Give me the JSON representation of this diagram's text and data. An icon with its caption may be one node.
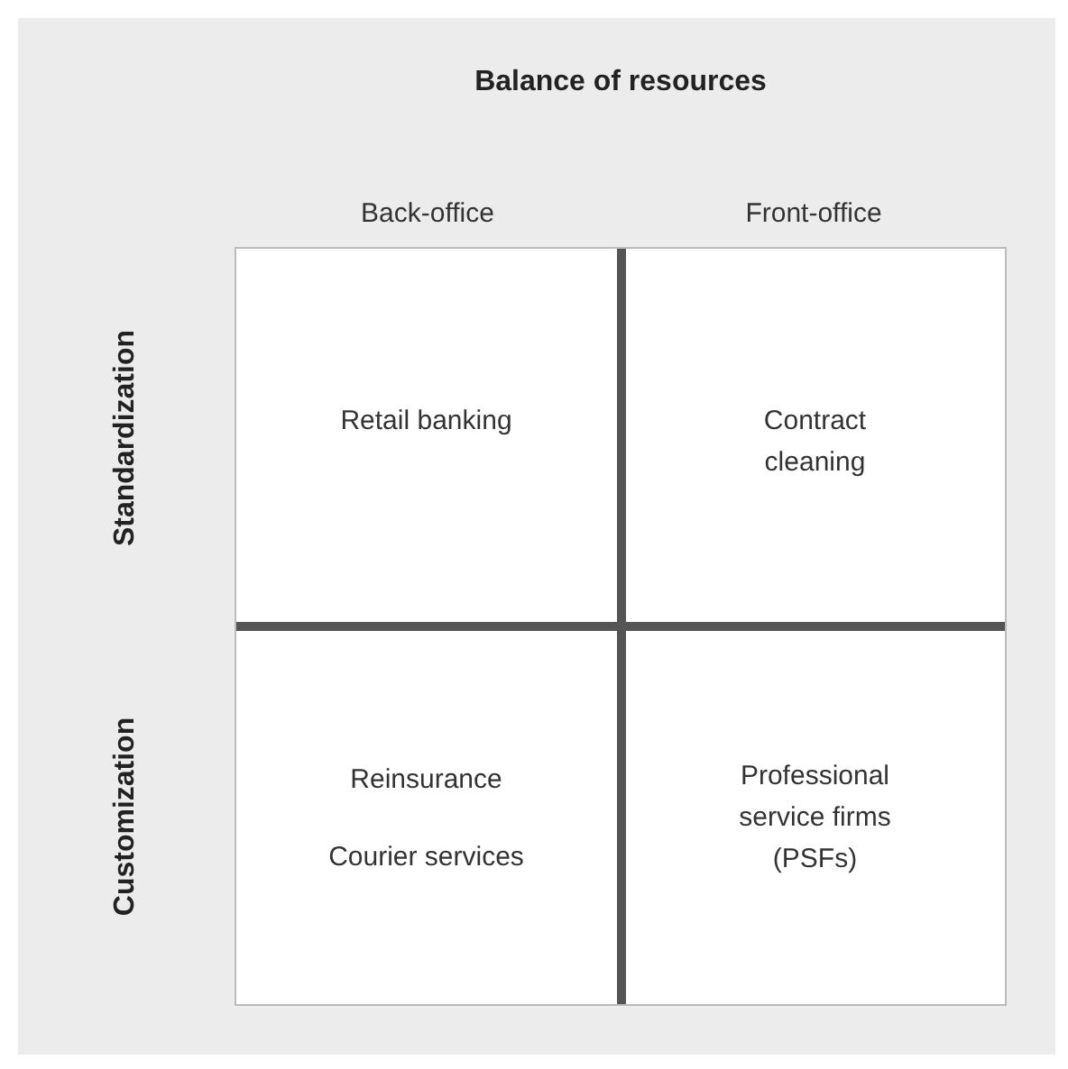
{
  "diagram": {
    "title": "Balance of resources",
    "nodes": [
      {
        "text": [
          "Retail banking"
        ]
      },
      {
        "text": [
          "Contract cleaning"
        ]
      },
      {
        "text": [
          "Reinsurance",
          "Courier services"
        ]
      },
      {
        "text": [
          "Professional service firms (PSFs)"
        ]
      }
    ],
    "labels": [
      "Back-office",
      "Front-office",
      "Standardization",
      "Customization"
    ]
  }
}
